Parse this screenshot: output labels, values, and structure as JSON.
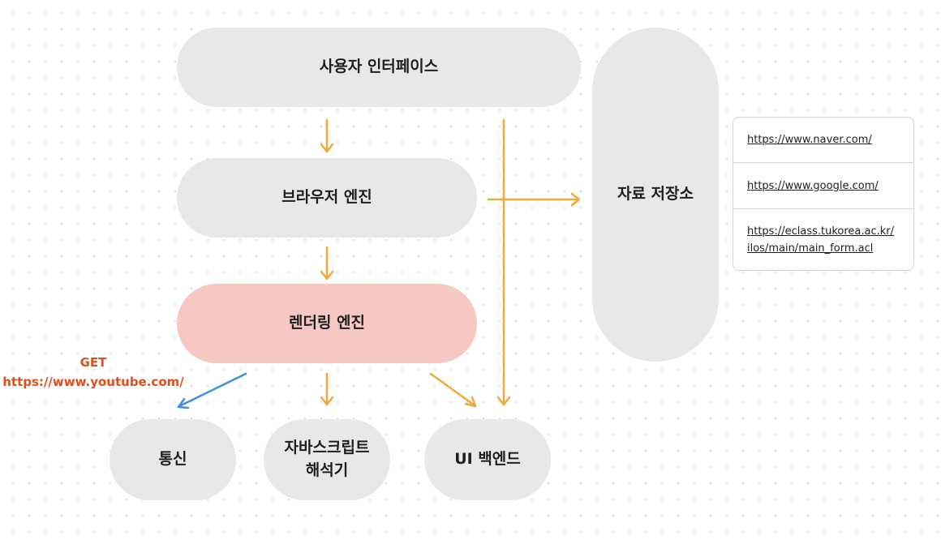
{
  "nodes": {
    "user_interface": "사용자 인터페이스",
    "browser_engine": "브라우저 엔진",
    "rendering_engine": "렌더링 엔진",
    "data_storage": "자료 저장소",
    "networking": "통신",
    "js_interpreter": "자바스크립트\n해석기",
    "ui_backend": "UI 백엔드"
  },
  "request": {
    "method": "GET",
    "url": "https://www.youtube.com/"
  },
  "storage_urls": [
    "https://www.naver.com/",
    "https://www.google.com/",
    "https://eclass.tukorea.ac.kr/\nilos/main/main_form.acl"
  ],
  "colors": {
    "node_fill": "#e8e8e8",
    "highlight_fill": "#f6c8c3",
    "arrow_orange": "#f2a93b",
    "arrow_blue": "#3d8fe6",
    "request_text": "#e24e1b"
  }
}
